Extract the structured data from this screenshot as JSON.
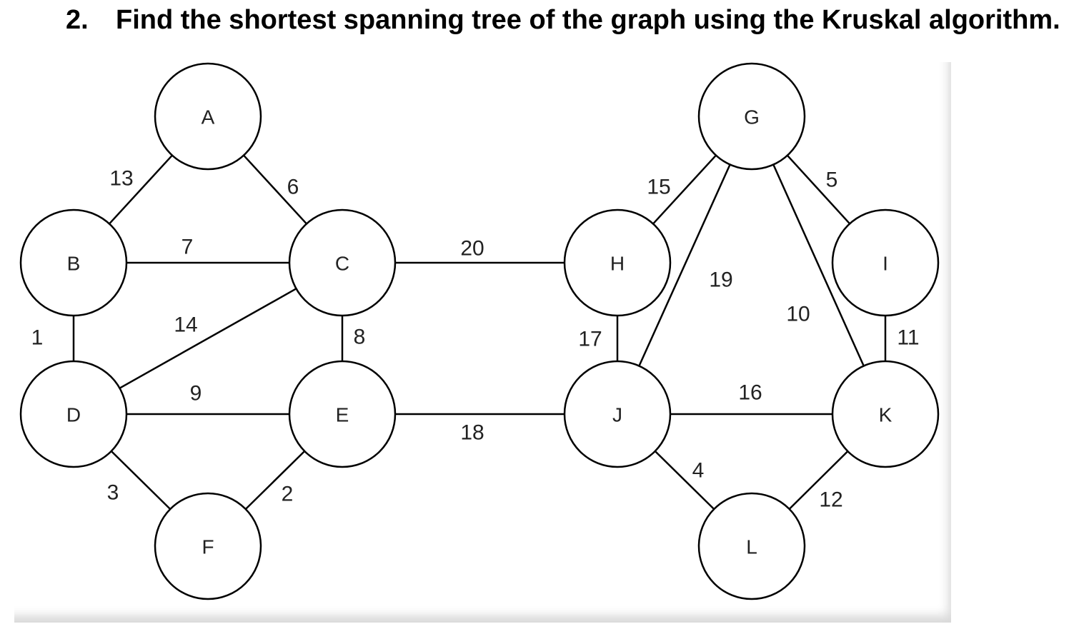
{
  "question": {
    "number": "2.",
    "text": "Find the shortest spanning tree of the graph using the Kruskal algorithm."
  },
  "graph": {
    "nodes": [
      {
        "id": "A",
        "label": "A"
      },
      {
        "id": "B",
        "label": "B"
      },
      {
        "id": "C",
        "label": "C"
      },
      {
        "id": "D",
        "label": "D"
      },
      {
        "id": "E",
        "label": "E"
      },
      {
        "id": "F",
        "label": "F"
      },
      {
        "id": "G",
        "label": "G"
      },
      {
        "id": "H",
        "label": "H"
      },
      {
        "id": "I",
        "label": "I"
      },
      {
        "id": "J",
        "label": "J"
      },
      {
        "id": "K",
        "label": "K"
      },
      {
        "id": "L",
        "label": "L"
      }
    ],
    "edges": [
      {
        "from": "A",
        "to": "B",
        "weight": "13"
      },
      {
        "from": "A",
        "to": "C",
        "weight": "6"
      },
      {
        "from": "B",
        "to": "C",
        "weight": "7"
      },
      {
        "from": "B",
        "to": "D",
        "weight": "1"
      },
      {
        "from": "C",
        "to": "D",
        "weight": "14"
      },
      {
        "from": "C",
        "to": "E",
        "weight": "8"
      },
      {
        "from": "C",
        "to": "H",
        "weight": "20"
      },
      {
        "from": "D",
        "to": "E",
        "weight": "9"
      },
      {
        "from": "D",
        "to": "F",
        "weight": "3"
      },
      {
        "from": "E",
        "to": "F",
        "weight": "2"
      },
      {
        "from": "E",
        "to": "J",
        "weight": "18"
      },
      {
        "from": "G",
        "to": "H",
        "weight": "15"
      },
      {
        "from": "G",
        "to": "I",
        "weight": "5"
      },
      {
        "from": "G",
        "to": "J",
        "weight": "19"
      },
      {
        "from": "G",
        "to": "K",
        "weight": "10"
      },
      {
        "from": "H",
        "to": "J",
        "weight": "17"
      },
      {
        "from": "I",
        "to": "K",
        "weight": "11"
      },
      {
        "from": "J",
        "to": "K",
        "weight": "16"
      },
      {
        "from": "J",
        "to": "L",
        "weight": "4"
      },
      {
        "from": "K",
        "to": "L",
        "weight": "12"
      }
    ]
  }
}
